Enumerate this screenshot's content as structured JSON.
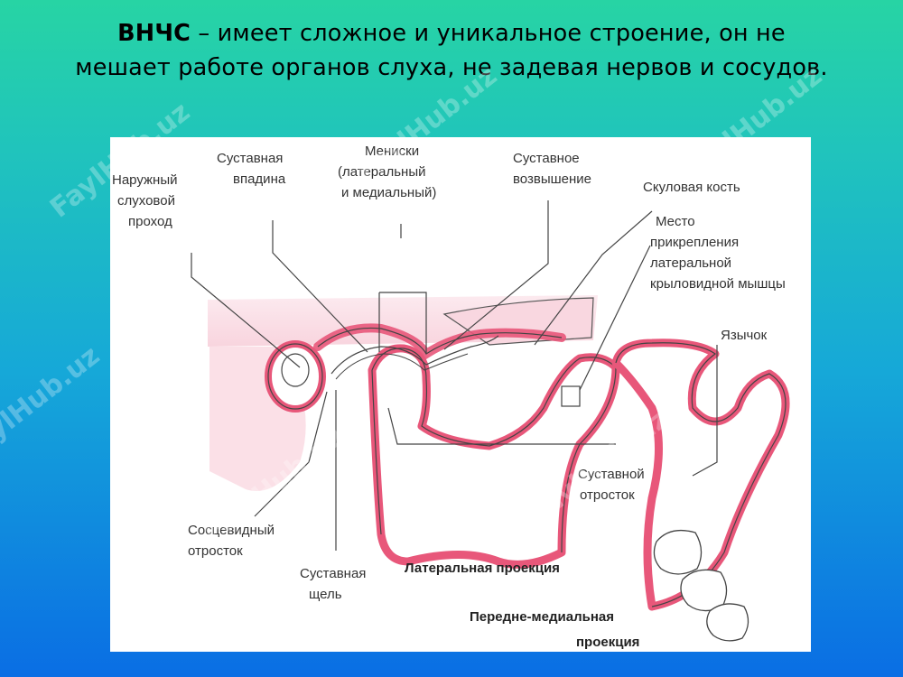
{
  "heading": {
    "bold": "ВНЧС",
    "line1_rest": " – имеет сложное и уникальное строение, он не",
    "line2": "мешает работе органов слуха, не задевая нервов и сосудов."
  },
  "labels": {
    "ear_canal": [
      "Наружный",
      "слуховой",
      "проход"
    ],
    "articular_fossa": [
      "Суставная",
      "впадина"
    ],
    "menisci": [
      "Мениски",
      "(латеральный",
      "и медиальный)"
    ],
    "articular_eminence": [
      "Суставное",
      "возвышение"
    ],
    "zygomatic": "Скуловая кость",
    "muscle_attachment": [
      "Место",
      "прикрепления",
      "латеральной",
      "крыловидной мышцы"
    ],
    "lingula": "Язычок",
    "condylar_process": [
      "Суставной",
      "отросток"
    ],
    "mastoid_process": [
      "Сосцевидный",
      "отросток"
    ],
    "joint_space": [
      "Суставная",
      "щель"
    ],
    "lateral_view": "Латеральная проекция",
    "anteromedial_view": [
      "Передне-медиальная",
      "проекция"
    ]
  },
  "watermark": "FaylHub.uz",
  "colors": {
    "bg_top": "#27d4a4",
    "bg_bottom": "#0a6ee4",
    "tissue_pink": "#e8577a",
    "tissue_light": "#f7cfd9"
  }
}
